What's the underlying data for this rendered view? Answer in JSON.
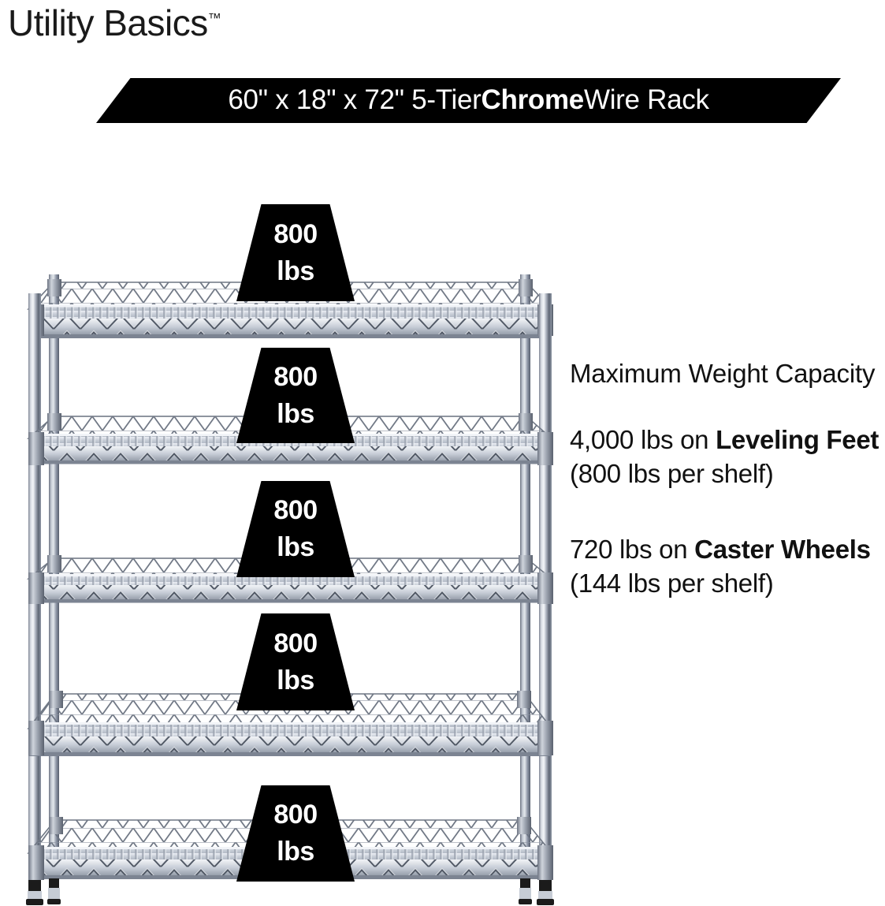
{
  "brand": {
    "name": "Utility Basics",
    "trademark": "™"
  },
  "banner": {
    "text_before": "60\" x 18\" x 72\" 5-Tier ",
    "text_bold": "Chrome",
    "text_after": " Wire Rack",
    "background_color": "#000000",
    "text_color": "#ffffff"
  },
  "info": {
    "heading": "Maximum Weight Capacity",
    "paragraphs": [
      {
        "pre": "4,000 lbs on ",
        "bold": "Leveling Feet",
        "post": " (800 lbs per shelf)"
      },
      {
        "pre": "720 lbs on ",
        "bold": "Caster Wheels",
        "post": " (144 lbs per shelf)"
      }
    ]
  },
  "product": {
    "type": "5-tier chrome wire shelving rack",
    "shelf_count": 5,
    "dimensions": "60\" x 18\" x 72\"",
    "finish": "Chrome",
    "feet": "Leveling Feet",
    "chrome_color": "#c9ced7",
    "chrome_dark": "#5a6270",
    "foot_color": "#1b1b1b"
  },
  "badges": [
    {
      "num": "800",
      "unit": "lbs"
    },
    {
      "num": "800",
      "unit": "lbs"
    },
    {
      "num": "800",
      "unit": "lbs"
    },
    {
      "num": "800",
      "unit": "lbs"
    },
    {
      "num": "800",
      "unit": "lbs"
    }
  ]
}
